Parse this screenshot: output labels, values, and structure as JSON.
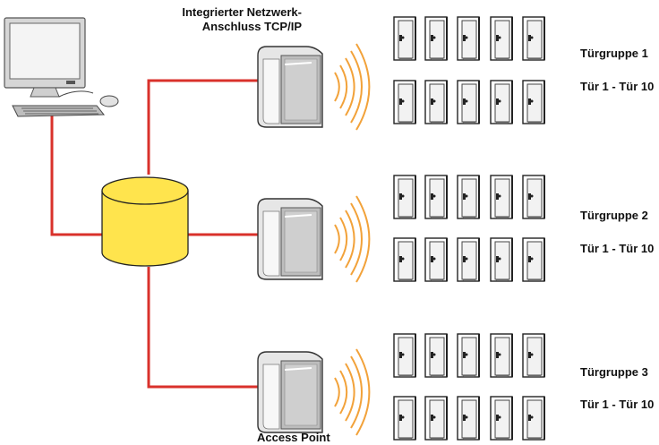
{
  "header": {
    "line1": "Integrierter Netzwerk-",
    "line2": "Anschluss TCP/IP"
  },
  "footer": {
    "access_point_label": "Access Point"
  },
  "door_groups": [
    {
      "name": "Türgruppe 1",
      "range": "Tür 1 - Tür 10"
    },
    {
      "name": "Türgruppe 2",
      "range": "Tür 1 - Tür 10"
    },
    {
      "name": "Türgruppe 3",
      "range": "Tür 1 - Tür 10"
    }
  ],
  "colors": {
    "network_line": "#d9312b",
    "database_fill": "#ffe44d",
    "signal_waves": "#f2a23a",
    "device_body": "#e6e6e6"
  },
  "icons": [
    "computer-icon",
    "database-icon",
    "access-point-icon",
    "wireless-signal-icon",
    "door-icon"
  ]
}
